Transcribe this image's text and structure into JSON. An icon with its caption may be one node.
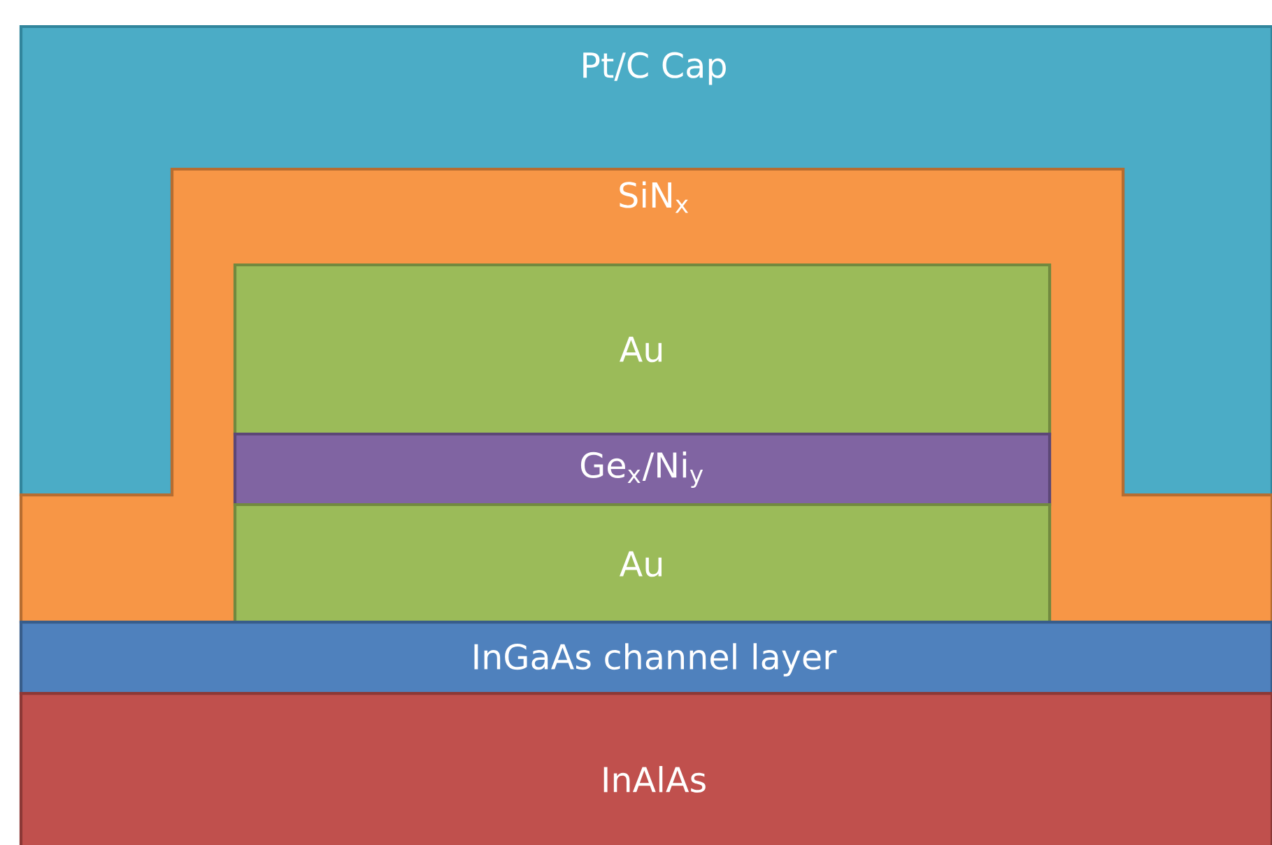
{
  "diagram": {
    "nodes": [
      {
        "text": [
          "Pt/C Cap"
        ]
      },
      {
        "text": [
          "SiN$_{x}$"
        ]
      },
      {
        "text": [
          "Au"
        ],
        "in": 1
      },
      {
        "text": [
          "Ge$_{x}$/Ni$_{y}$"
        ],
        "in": 1
      },
      {
        "text": [
          "Au"
        ],
        "in": 1
      },
      {
        "text": [
          "InGaAs channel layer"
        ]
      },
      {
        "text": [
          "InAlAs"
        ]
      }
    ]
  }
}
